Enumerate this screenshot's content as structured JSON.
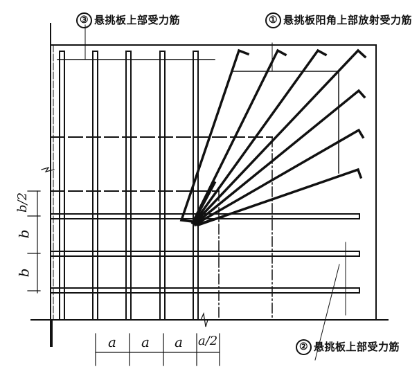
{
  "callouts": [
    {
      "number": "③",
      "text": "悬挑板上部受力筋"
    },
    {
      "number": "①",
      "text": "悬挑板阳角上部放射受力筋"
    },
    {
      "number": "②",
      "text": "悬挑板上部受力筋"
    }
  ],
  "dimensions": {
    "horizontal": [
      "a",
      "a",
      "a",
      "a/2"
    ],
    "vertical": [
      "b/2",
      "b",
      "b"
    ]
  },
  "colors": {
    "line": "#111111",
    "background": "#ffffff"
  }
}
